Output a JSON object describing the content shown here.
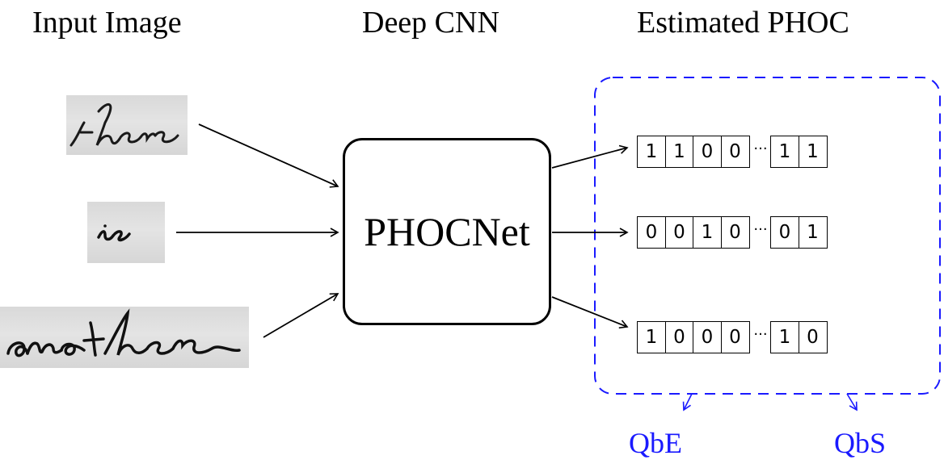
{
  "headers": {
    "input": "Input Image",
    "cnn": "Deep CNN",
    "phoc": "Estimated PHOC"
  },
  "input_words": [
    {
      "icon": "handwritten-word-image",
      "text": "there"
    },
    {
      "icon": "handwritten-word-image",
      "text": "is"
    },
    {
      "icon": "handwritten-word-image",
      "text": "another"
    }
  ],
  "network": {
    "label": "PHOCNet"
  },
  "phoc_rows": [
    {
      "left": [
        "1",
        "1",
        "0",
        "0"
      ],
      "ellipsis": "···",
      "right": [
        "1",
        "1"
      ]
    },
    {
      "left": [
        "0",
        "0",
        "1",
        "0"
      ],
      "ellipsis": "···",
      "right": [
        "0",
        "1"
      ]
    },
    {
      "left": [
        "1",
        "0",
        "0",
        "0"
      ],
      "ellipsis": "···",
      "right": [
        "1",
        "0"
      ]
    }
  ],
  "queries": {
    "qbe": "QbE",
    "qbs": "QbS"
  },
  "colors": {
    "query": "#1a1aff",
    "dashed_border": "#1a1aff",
    "stroke": "#000000"
  }
}
